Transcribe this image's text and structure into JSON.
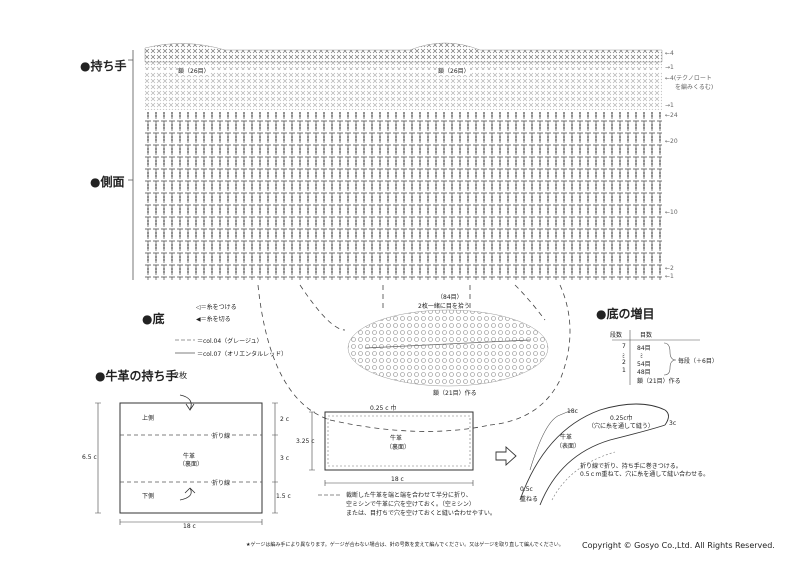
{
  "sections": {
    "handle": "●持ち手",
    "side": "●側面",
    "bottom": "●底",
    "bottom_increase": "●底の増目",
    "leather_handle": "●牛革の持ち手",
    "leather_count": "2枚"
  },
  "handle_chart": {
    "chain_label_left": "鎖（26目）",
    "chain_label_right": "鎖（26目）",
    "row_marks": [
      "←4",
      "→1",
      "←4(テクノロート",
      "を編みくるむ)",
      "→1"
    ]
  },
  "side_chart": {
    "row_marks": [
      "←24",
      "←20",
      "←10",
      "←2",
      "←1"
    ]
  },
  "legend": {
    "attach": "◁＝糸をつける",
    "cut": "◀＝糸を切る",
    "grey_line": "＝col.04（グレージュ）",
    "red_line": "＝col.07（オリエンタルレッド）"
  },
  "bottom_chart": {
    "top_count": "（84目）",
    "pick_note": "2枚一緒に目を拾う",
    "chain_note": "鎖（21目）作る"
  },
  "increase_table": {
    "col_rows": "段数",
    "col_stitches": "目数",
    "rows": [
      {
        "row": "7",
        "st": "84目"
      },
      {
        "row": "ﾐ",
        "st": "ﾐ"
      },
      {
        "row": "2",
        "st": "54目"
      },
      {
        "row": "1",
        "st": "48目"
      }
    ],
    "brace_note": "毎段（＋6目）",
    "base": "鎖（21目）作る"
  },
  "leather_piece": {
    "top_side": "上側",
    "bottom_side": "下側",
    "fold": "折り線",
    "fold2": "折り線",
    "center": [
      "牛革",
      "（裏面）"
    ],
    "width": "18 c",
    "height": "6.5 c",
    "seg_top": "2 c",
    "seg_mid": "3 c",
    "seg_bot": "1.5 c"
  },
  "folded_piece": {
    "margin": "0.25 c 巾",
    "center": [
      "牛革",
      "（裏面）"
    ],
    "height": "3.25 c",
    "width": "18 c",
    "note": [
      "裁断した牛革を端と端を合わせて半分に折り、",
      "空ミシンで牛革に穴を空けておく。（空ミシン）",
      "または、目打ちで穴を空けておくと縫い合わせやすい。"
    ]
  },
  "wrap_diagram": {
    "len": "18c",
    "margin": "0.25c巾",
    "hole": "（穴に糸を通して縫う）",
    "depth": "3c",
    "leather": [
      "牛革",
      "（表面）"
    ],
    "overlap_val": "0.5c",
    "overlap": "重ねる",
    "note": [
      "折り線で折り、持ち手に巻きつける。",
      "0.5ｃｍ重ねて、穴に糸を通して縫い合わせる。"
    ]
  },
  "footer": {
    "gauge_note": "★ゲージは編み手により異なります。ゲージが合わない場合は、針の号数を変えて編んでください。又はゲージを取り直して編んでください。",
    "copyright": "Copyright © Gosyo Co.,Ltd. All Rights Reserved."
  }
}
